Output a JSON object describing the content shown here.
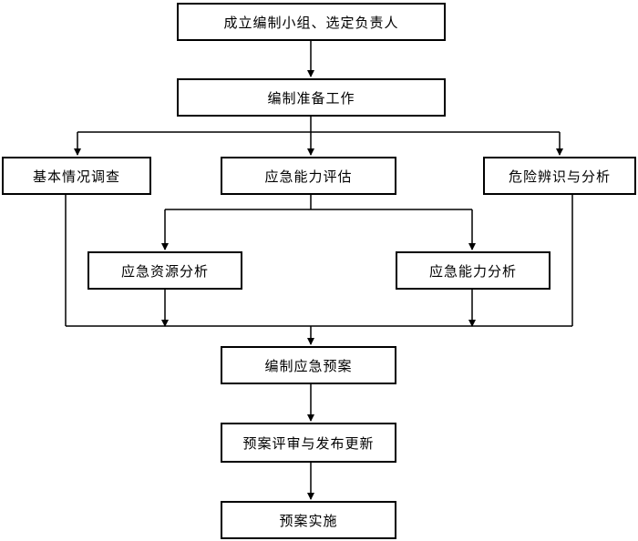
{
  "nodes": {
    "form_team": "成立编制小组、选定负责人",
    "prep_work": "编制准备工作",
    "basic_survey": "基本情况调查",
    "emergency_assess": "应急能力评估",
    "hazard_id": "危险辨识与分析",
    "resource_analysis": "应急资源分析",
    "capability_analysis": "应急能力分析",
    "compile_plan": "编制应急预案",
    "review_publish": "预案评审与发布更新",
    "implement": "预案实施"
  },
  "colors": {
    "line": "#000000",
    "box_border": "#000000",
    "background": "#ffffff"
  }
}
